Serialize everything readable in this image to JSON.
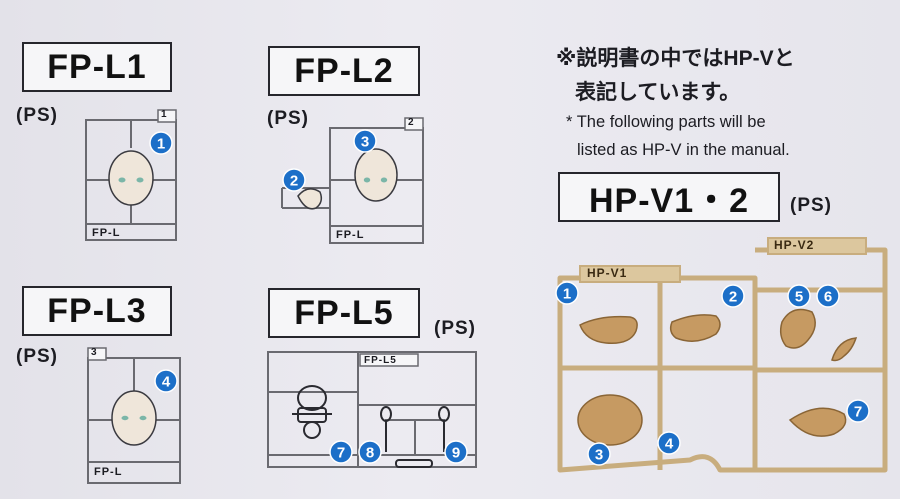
{
  "sections": {
    "fp_l1": {
      "title": "FP-L1",
      "material": "(PS)",
      "runner_number": "1",
      "runner_tag": "FP-L",
      "parts": [
        "1"
      ]
    },
    "fp_l2": {
      "title": "FP-L2",
      "material": "(PS)",
      "runner_number": "2",
      "runner_tag": "FP-L",
      "parts": [
        "2",
        "3"
      ]
    },
    "fp_l3": {
      "title": "FP-L3",
      "material": "(PS)",
      "runner_number": "3",
      "runner_tag": "FP-L",
      "parts": [
        "4"
      ]
    },
    "fp_l5": {
      "title": "FP-L5",
      "material": "(PS)",
      "runner_tag": "FP-L5",
      "parts": [
        "7",
        "8",
        "9"
      ]
    },
    "hp_v": {
      "title": "HP-V1・2",
      "material": "(PS)",
      "runner_tag_1": "HP-V1",
      "runner_tag_2": "HP-V2",
      "parts": [
        "1",
        "2",
        "3",
        "4",
        "5",
        "6",
        "7"
      ]
    }
  },
  "note": {
    "jp_line1": "※説明書の中ではHP-Vと",
    "jp_line2": "表記しています。",
    "en_line1": "* The following parts will be",
    "en_line2": "listed as HP-V in the manual."
  },
  "colors": {
    "badge_blue": "#1c6fc8",
    "runner_line": "#6a6a70",
    "runner_tan": "#c8ad7e",
    "runner_tan_fill": "#dcc79e",
    "hair": "#b08a58",
    "face": "#efe6da"
  }
}
